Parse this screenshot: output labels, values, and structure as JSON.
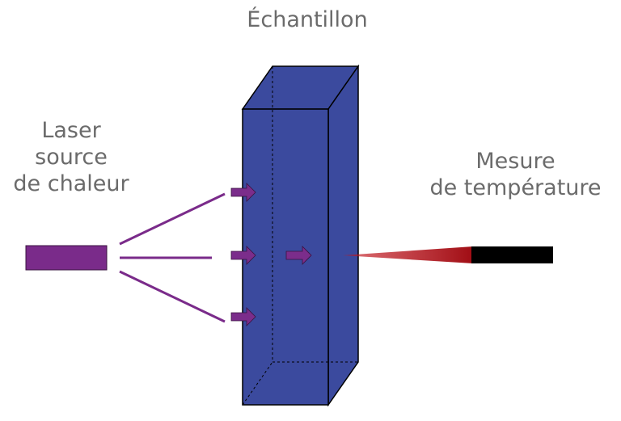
{
  "title": "Échantillon",
  "laser_label": [
    "Laser",
    "source",
    "de chaleur"
  ],
  "measure_label": [
    "Mesure",
    "de température"
  ],
  "colors": {
    "sample_face": "#3b4a9e",
    "sample_outline": "#000000",
    "laser": "#7a2b8a",
    "beam": "#7a2b8a",
    "arrow": "#7b2d8b",
    "probe_body": "#000000",
    "probe_tip": "#c4141c",
    "label_text": "#6b6b6b"
  },
  "icons": [
    "heat-arrow-icon"
  ]
}
